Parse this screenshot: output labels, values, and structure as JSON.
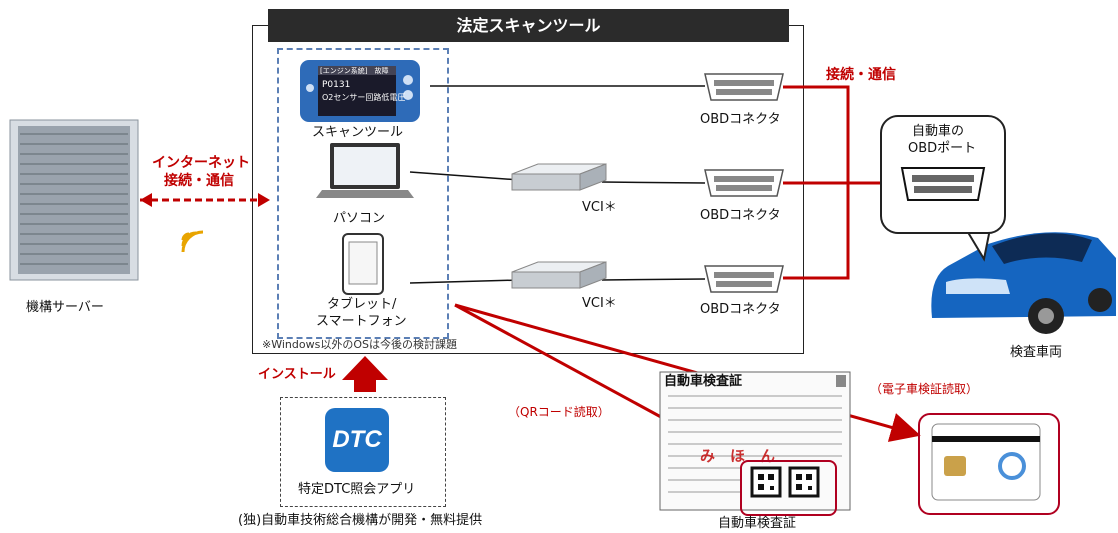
{
  "title": "法定スキャンツール",
  "server": {
    "label": "機構サーバー"
  },
  "internet": {
    "line1": "インターネット",
    "line2": "接続・通信"
  },
  "devices": {
    "scan_tool": "スキャンツール",
    "pc": "パソコン",
    "tablet_line1": "タブレット/",
    "tablet_line2": "スマートフォン",
    "screen_header": "[エンジン系統]　故障",
    "screen_code": "P0131",
    "screen_text": "O2センサー回路低電圧"
  },
  "vci": {
    "label1": "VCI＊",
    "label2": "VCI＊"
  },
  "obd": {
    "c1": "OBDコネクタ",
    "c2": "OBDコネクタ",
    "c3": "OBDコネクタ"
  },
  "connect_label": "接続・通信",
  "port": {
    "line1": "自動車の",
    "line2": "OBDポート"
  },
  "vehicle_label": "検査車両",
  "note": "※Windows以外のOSは今後の検討課題",
  "install_label": "インストール",
  "app": {
    "icon_text": "DTC",
    "name": "特定DTC照会アプリ"
  },
  "provider": "(独)自動車技術総合機構が開発・無料提供",
  "qr_read": "（QRコード読取）",
  "ecard_read": "（電子車検証読取）",
  "certificate": {
    "doc_title": "自動車検査証",
    "caption": "自動車検査証",
    "watermark": "み　ほ　ん"
  },
  "colors": {
    "red": "#c00000",
    "blue": "#1f72c4",
    "dark": "#2b2b2b",
    "car": "#1565c0"
  }
}
